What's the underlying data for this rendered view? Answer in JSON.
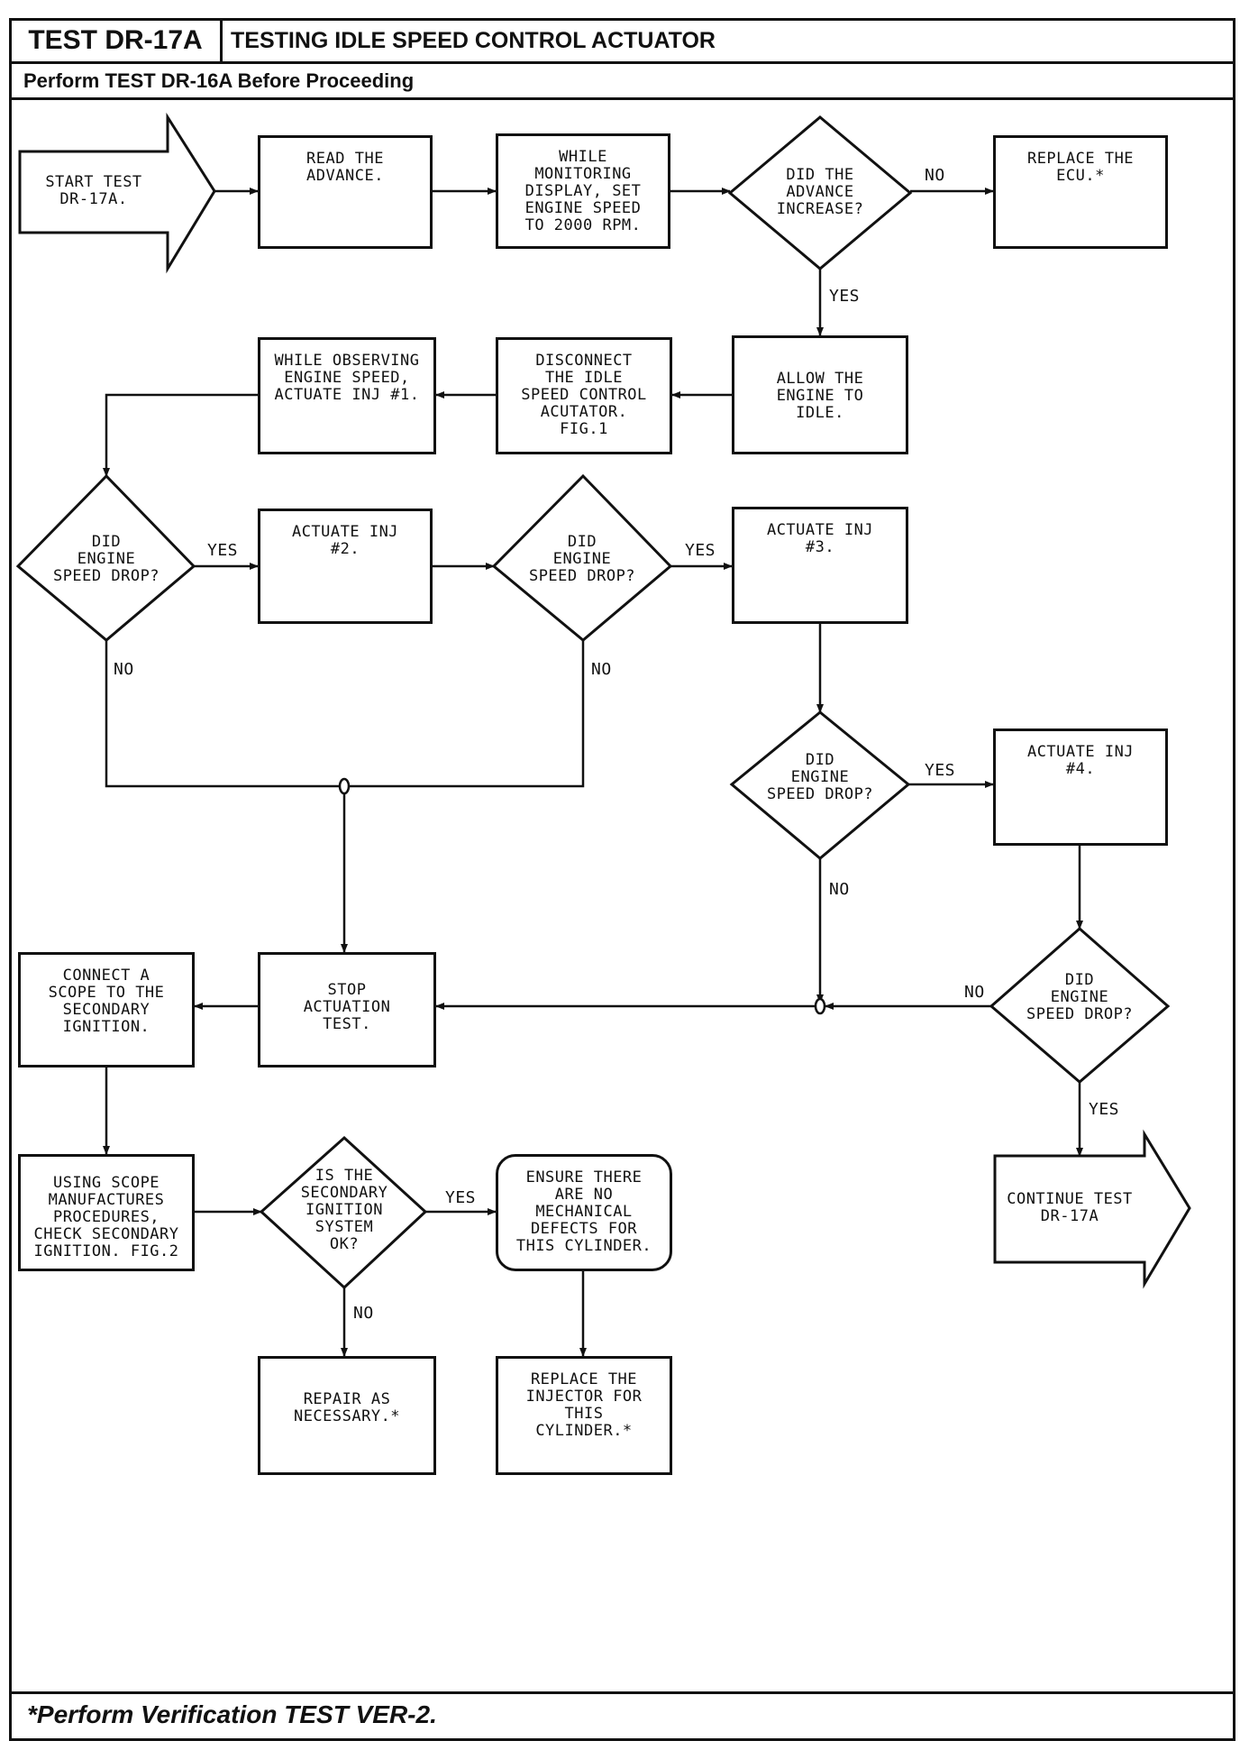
{
  "header": {
    "test_id": "TEST DR-17A",
    "title": "TESTING IDLE SPEED CONTROL ACTUATOR",
    "prerequisite": "Perform TEST DR-16A Before Proceeding"
  },
  "footer": {
    "note": "*Perform Verification TEST VER-2."
  },
  "nodes": {
    "start": "START TEST\nDR-17A.",
    "read_advance": "READ THE\nADVANCE.",
    "set_rpm": "WHILE\nMONITORING\nDISPLAY, SET\nENGINE SPEED\nTO 2000 RPM.",
    "advance_increase": "DID THE\nADVANCE\nINCREASE?",
    "replace_ecu": "REPLACE THE\nECU.*",
    "allow_idle": "ALLOW THE\nENGINE TO\nIDLE.",
    "disconnect_isc": "DISCONNECT\nTHE IDLE\nSPEED CONTROL\nACUTATOR.\nFIG.1",
    "actuate_inj1": "WHILE OBSERVING\nENGINE SPEED,\nACTUATE INJ #1.",
    "speed_drop_1": "DID\nENGINE\nSPEED DROP?",
    "actuate_inj2": "ACTUATE INJ\n#2.",
    "speed_drop_2": "DID\nENGINE\nSPEED DROP?",
    "actuate_inj3": "ACTUATE INJ\n#3.",
    "speed_drop_3": "DID\nENGINE\nSPEED DROP?",
    "actuate_inj4": "ACTUATE INJ\n#4.",
    "speed_drop_4": "DID\nENGINE\nSPEED DROP?",
    "stop_actuation": "STOP\nACTUATION\nTEST.",
    "connect_scope": "CONNECT A\nSCOPE TO THE\nSECONDARY\nIGNITION.",
    "check_secondary": "USING SCOPE\nMANUFACTURES\nPROCEDURES,\nCHECK SECONDARY\nIGNITION. FIG.2",
    "secondary_ok": "IS THE\nSECONDARY\nIGNITION\nSYSTEM\nOK?",
    "ensure_no_defects": "ENSURE THERE\nARE NO\nMECHANICAL\nDEFECTS FOR\nTHIS CYLINDER.",
    "repair": "REPAIR AS\nNECESSARY.*",
    "replace_injector": "REPLACE THE\nINJECTOR FOR\nTHIS\nCYLINDER.*",
    "continue": "CONTINUE TEST\nDR-17A"
  },
  "edge_labels": {
    "yes": "YES",
    "no": "NO"
  }
}
